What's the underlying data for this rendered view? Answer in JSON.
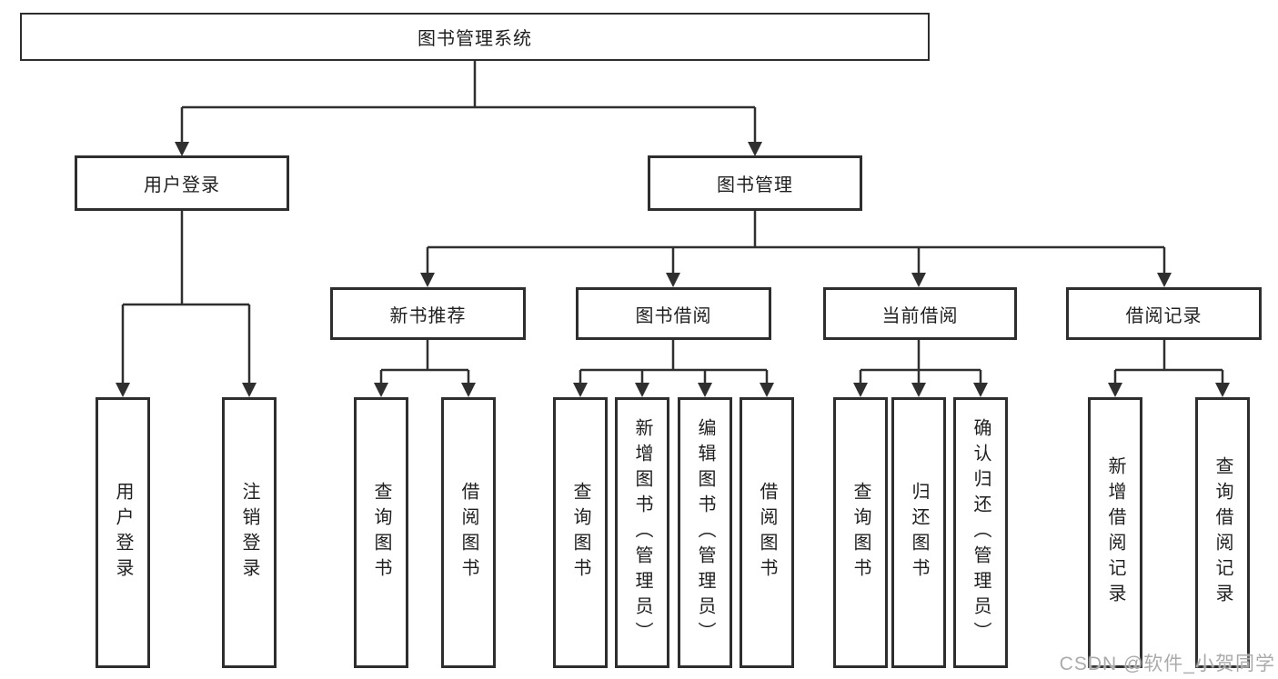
{
  "tree": {
    "root": "图书管理系统",
    "branches": [
      {
        "label": "用户登录",
        "leaves": [
          "用户登录",
          "注销登录"
        ]
      },
      {
        "label": "图书管理",
        "groups": [
          {
            "label": "新书推荐",
            "leaves": [
              "查询图书",
              "借阅图书"
            ]
          },
          {
            "label": "图书借阅",
            "leaves": [
              "查询图书",
              "新增图书（管理员）",
              "编辑图书（管理员）",
              "借阅图书"
            ]
          },
          {
            "label": "当前借阅",
            "leaves": [
              "查询图书",
              "归还图书",
              "确认归还（管理员）"
            ]
          },
          {
            "label": "借阅记录",
            "leaves": [
              "新增借阅记录",
              "查询借阅记录"
            ]
          }
        ]
      }
    ]
  },
  "watermark": "CSDN @软件_小贺同学",
  "colors": {
    "line": "#2f2f2f",
    "box_border": "#2e2e2e",
    "text": "#1f1f1f",
    "watermark_text": "#ababab",
    "background": "#ffffff"
  }
}
